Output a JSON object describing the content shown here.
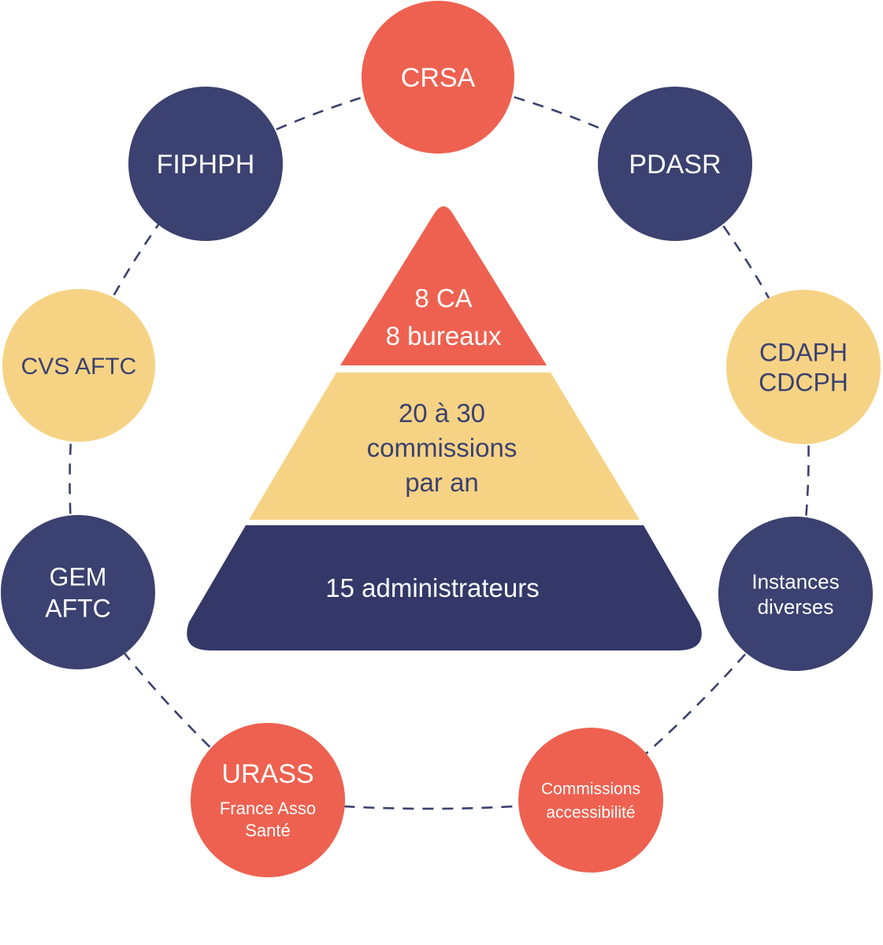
{
  "colors": {
    "coral": "#EE6150",
    "navy": "#3B4170",
    "navy_dark": "#333869",
    "yellow": "#F6D384",
    "white": "#FFFFFF",
    "dash": "#3B4170"
  },
  "pyramid": {
    "top": {
      "lines": [
        "8 CA",
        "8 bureaux"
      ],
      "color": "coral",
      "text_color": "white"
    },
    "middle": {
      "lines": [
        "20 à 30",
        "commissions",
        "par an"
      ],
      "color": "yellow",
      "text_color": "navy"
    },
    "bottom": {
      "lines": [
        "15 administrateurs"
      ],
      "color": "navy_dark",
      "text_color": "white"
    }
  },
  "nodes": [
    {
      "id": "crsa",
      "lines": [
        "CRSA"
      ],
      "color": "coral",
      "text_color": "white"
    },
    {
      "id": "pdasr",
      "lines": [
        "PDASR"
      ],
      "color": "navy",
      "text_color": "white"
    },
    {
      "id": "cdaph-cdcph",
      "lines": [
        "CDAPH",
        "CDCPH"
      ],
      "color": "yellow",
      "text_color": "navy"
    },
    {
      "id": "instances-diverses",
      "lines": [
        "Instances",
        "diverses"
      ],
      "color": "navy",
      "text_color": "white"
    },
    {
      "id": "commissions-accessibilite",
      "lines": [
        "Commissions",
        "accessibilité"
      ],
      "color": "coral",
      "text_color": "white"
    },
    {
      "id": "urass",
      "lines": [
        "URASS",
        "France Asso",
        "Santé"
      ],
      "color": "coral",
      "text_color": "white"
    },
    {
      "id": "gem-aftc",
      "lines": [
        "GEM",
        "AFTC"
      ],
      "color": "navy",
      "text_color": "white"
    },
    {
      "id": "cvs-aftc",
      "lines": [
        "CVS AFTC"
      ],
      "color": "yellow",
      "text_color": "navy"
    },
    {
      "id": "fiphph",
      "lines": [
        "FIPHPH"
      ],
      "color": "navy",
      "text_color": "white"
    }
  ]
}
